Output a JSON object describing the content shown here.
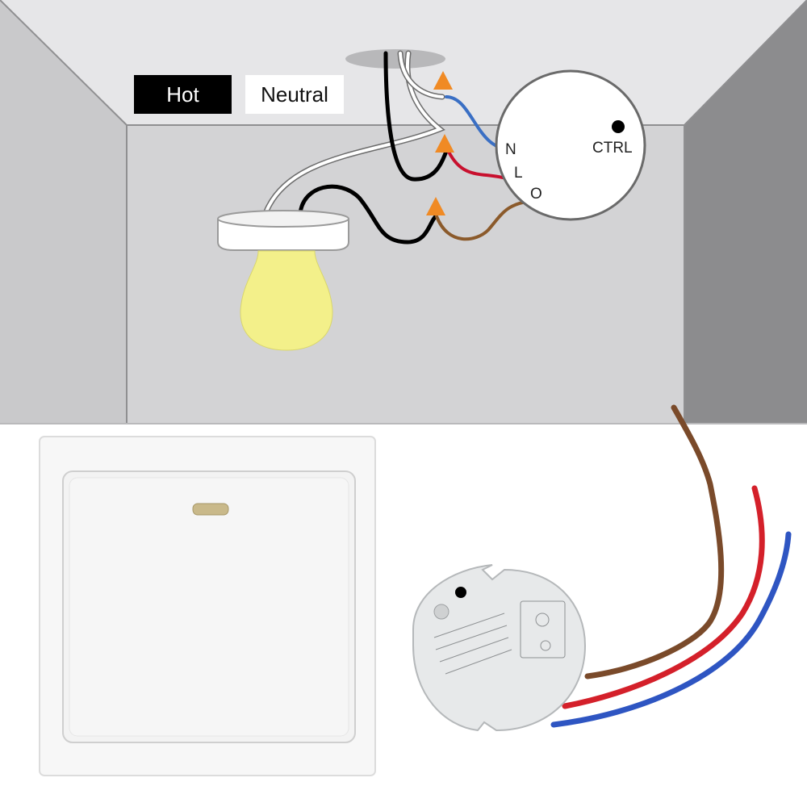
{
  "legend": {
    "hot_label": "Hot",
    "neutral_label": "Neutral"
  },
  "receiver": {
    "terminal_n": "N",
    "terminal_l": "L",
    "terminal_o": "O",
    "ctrl_label": "CTRL"
  },
  "colors": {
    "hot_wire": "#000000",
    "neutral_wire": "#ffffff",
    "n_wire": "#3a6fc4",
    "l_wire": "#c8102e",
    "o_wire": "#8b5a2b",
    "connector": "#f08a24",
    "bulb": "#f3f08a",
    "wall": "#d4d4d6",
    "ceiling": "#e8e8ea"
  }
}
